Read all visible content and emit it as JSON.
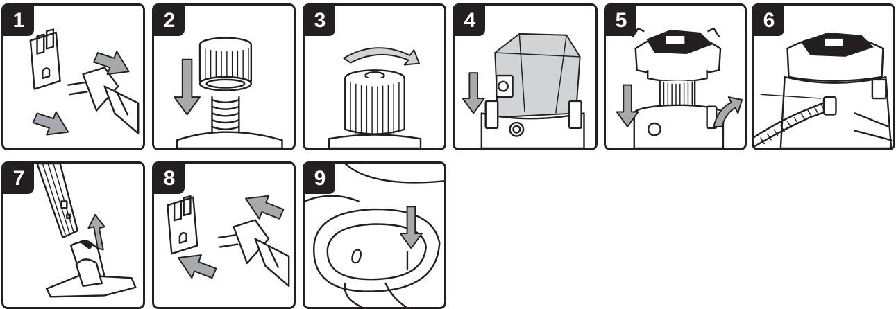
{
  "steps": [
    {
      "number": "1"
    },
    {
      "number": "2"
    },
    {
      "number": "3"
    },
    {
      "number": "4"
    },
    {
      "number": "5"
    },
    {
      "number": "6"
    },
    {
      "number": "7"
    },
    {
      "number": "8"
    },
    {
      "number": "9"
    }
  ],
  "switch_labels": {
    "off": "0",
    "on": "|"
  },
  "colors": {
    "outline": "#231f20",
    "arrow_fill": "#a7a9ac",
    "background": "#ffffff"
  }
}
